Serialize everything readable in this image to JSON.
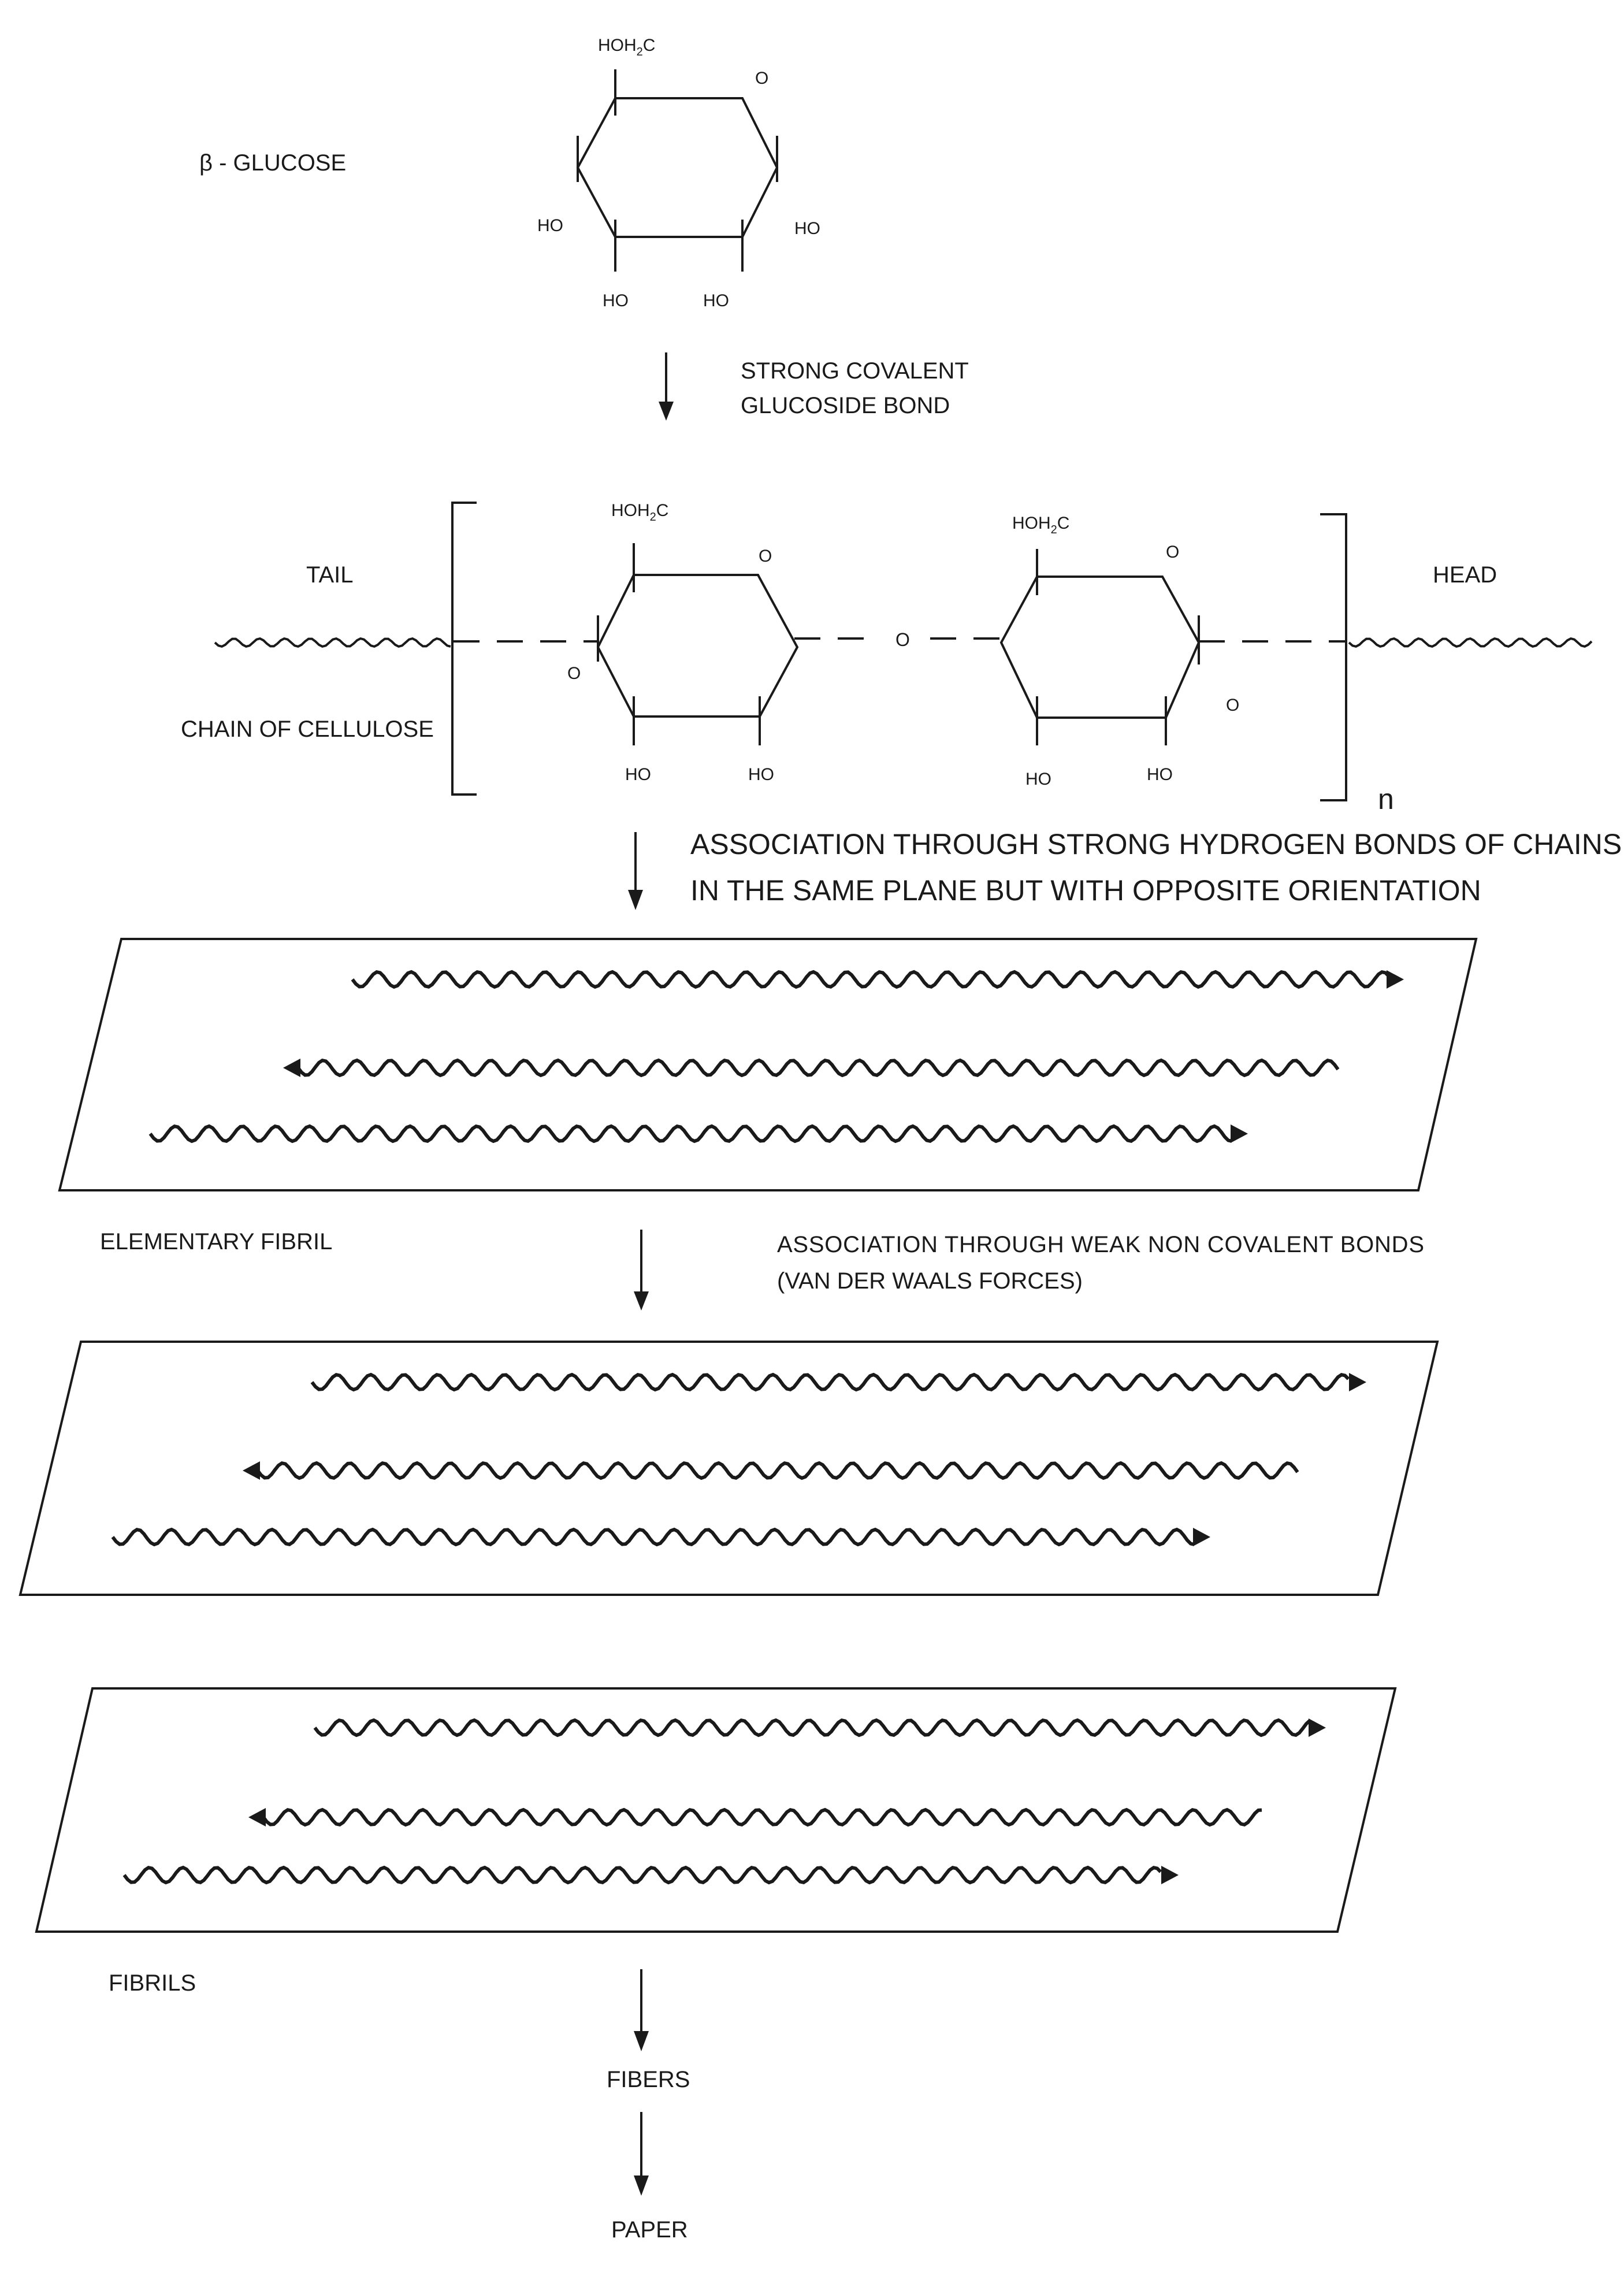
{
  "glucose": {
    "name": "β - GLUCOSE",
    "ch2oh_prefix": "HOH",
    "ch2oh_sub": "2",
    "ch2oh_suffix": "C",
    "ring_oxygen": "O",
    "hydroxyl": "HO"
  },
  "step1_label": [
    "STRONG COVALENT",
    "GLUCOSIDE BOND"
  ],
  "cellulose": {
    "tail": "TAIL",
    "head": "HEAD",
    "chain_label": "CHAIN OF CELLULOSE",
    "bridge_oxygen": "O",
    "repeat_subscript": "n"
  },
  "step2_label": [
    "ASSOCIATION THROUGH STRONG HYDROGEN BONDS OF CHAINS",
    "IN THE SAME PLANE BUT WITH OPPOSITE ORIENTATION"
  ],
  "elementary_fibril_label": "ELEMENTARY FIBRIL",
  "step3_label": [
    "ASSOCIATION THROUGH WEAK NON COVALENT BONDS",
    "(VAN DER WAALS FORCES)"
  ],
  "fibrils_label": "FIBRILS",
  "fibers_label": "FIBERS",
  "paper_label": "PAPER",
  "colors": {
    "ink": "#1a1a1a",
    "background": "#ffffff"
  }
}
